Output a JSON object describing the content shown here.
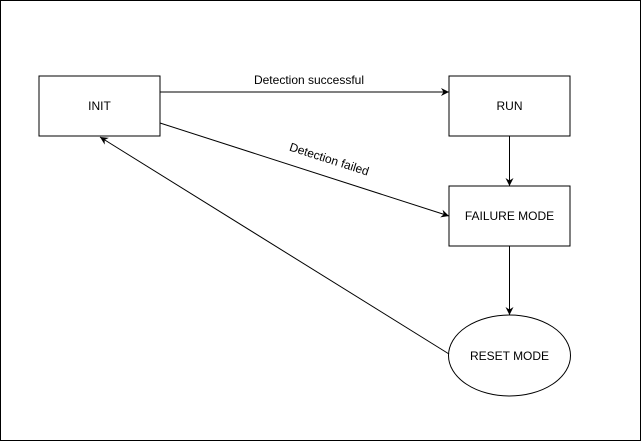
{
  "diagram": {
    "nodes": {
      "init": {
        "label": "INIT"
      },
      "run": {
        "label": "RUN"
      },
      "failure": {
        "label": "FAILURE MODE"
      },
      "reset": {
        "label": "RESET MODE"
      }
    },
    "edges": {
      "init_to_run": {
        "label": "Detection successful"
      },
      "init_to_failure": {
        "label": "Detection failed"
      },
      "run_to_failure": {
        "label": ""
      },
      "failure_to_reset": {
        "label": ""
      },
      "reset_to_init": {
        "label": ""
      }
    },
    "colors": {
      "stroke": "#000000",
      "fill": "#ffffff",
      "text": "#000000"
    }
  }
}
